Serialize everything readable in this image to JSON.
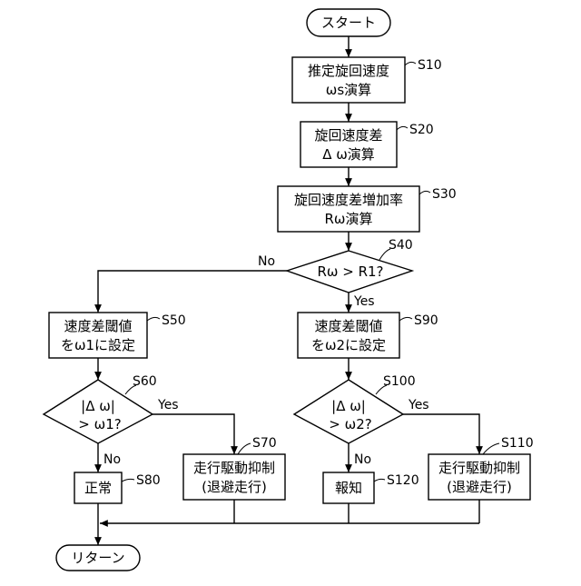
{
  "flowchart": {
    "start": "スタート",
    "end": "リターン",
    "steps": {
      "s10": {
        "line1": "推定旋回速度",
        "line2": "ωs演算",
        "label": "S10"
      },
      "s20": {
        "line1": "旋回速度差",
        "line2": "Δ ω演算",
        "label": "S20"
      },
      "s30": {
        "line1": "旋回速度差増加率",
        "line2": "Rω演算",
        "label": "S30"
      },
      "s40": {
        "line1": "Rω > R1?",
        "label": "S40"
      },
      "s50": {
        "line1": "速度差閾値",
        "line2": "をω1に設定",
        "label": "S50"
      },
      "s60": {
        "line1": "|Δ ω|",
        "line2": "> ω1?",
        "label": "S60"
      },
      "s70": {
        "line1": "走行駆動抑制",
        "line2": "(退避走行)",
        "label": "S70"
      },
      "s80": {
        "line1": "正常",
        "label": "S80"
      },
      "s90": {
        "line1": "速度差閾値",
        "line2": "をω2に設定",
        "label": "S90"
      },
      "s100": {
        "line1": "|Δ ω|",
        "line2": "> ω2?",
        "label": "S100"
      },
      "s110": {
        "line1": "走行駆動抑制",
        "line2": "(退避走行)",
        "label": "S110"
      },
      "s120": {
        "line1": "報知",
        "label": "S120"
      }
    },
    "branches": {
      "yes": "Yes",
      "no": "No"
    }
  }
}
